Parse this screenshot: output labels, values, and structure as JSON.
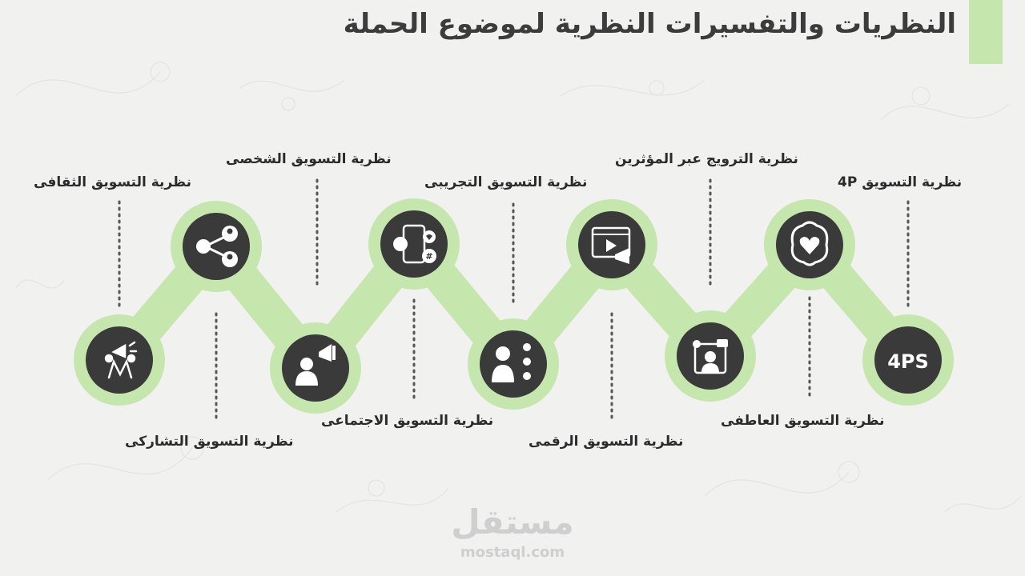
{
  "title": "النظريات والتفسيرات النظرية لموضوع الحملة",
  "colors": {
    "accent": "#c5e7ae",
    "node": "#3a3a3a",
    "background": "#f1f1ef",
    "dots": "#555555"
  },
  "theories": [
    {
      "label": "نظرية التسويق الثقافى",
      "icon": "share-network-icon"
    },
    {
      "label": "نظرية التسويق التشاركى",
      "icon": "team-megaphone-icon"
    },
    {
      "label": "نظرية التسويق الشخصى",
      "icon": "personal-broadcast-icon"
    },
    {
      "label": "نظرية التسويق الاجتماعى",
      "icon": "social-media-phone-icon"
    },
    {
      "label": "نظرية التسويق التجريبى",
      "icon": "experiential-user-icon"
    },
    {
      "label": "نظرية التسويق الرقمى",
      "icon": "digital-video-icon"
    },
    {
      "label": "نظرية الترويج عبر المؤثرين",
      "icon": "influencer-laptop-icon"
    },
    {
      "label": "نظرية التسويق العاطفى",
      "icon": "heart-brain-icon"
    },
    {
      "label": "نظرية التسويق 4P",
      "icon": "4ps-icon",
      "icon_text": "4PS"
    }
  ],
  "watermark": {
    "arabic": "مستقل",
    "latin": "mostaql.com"
  }
}
